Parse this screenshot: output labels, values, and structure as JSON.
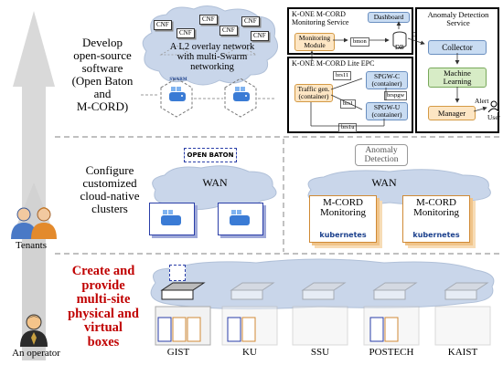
{
  "levels": {
    "top": [
      "Develop",
      "open-source",
      "software",
      "(Open Baton",
      "and",
      "M-CORD)"
    ],
    "middle": [
      "Configure",
      "customized",
      "cloud-native",
      "clusters"
    ],
    "bottom": [
      "Create and",
      "provide",
      "multi-site",
      "physical and",
      "virtual",
      "boxes"
    ]
  },
  "actors": {
    "tenants": "Tenants",
    "operator": "An operator"
  },
  "cloud": {
    "title": "A L2 overlay network with multi-Swarm networking",
    "cnf_labels": [
      "CNF",
      "CNF",
      "CNF",
      "CNF",
      "CNF",
      "CNF"
    ],
    "swarm_label": "SWARM"
  },
  "monitoring_service": {
    "title": "K-ONE M-CORD Monitoring Service",
    "dashboard": "Dashboard",
    "module": "Monitoring Module",
    "bmon": "bmon",
    "db": "DB",
    "data": "Data"
  },
  "epc": {
    "title": "K-ONE M-CORD Lite EPC",
    "traffic": "Traffic gen. (container)",
    "sgw_c": "SPGW-C (container)",
    "sgw_u": "SPGW-U (container)",
    "brs11": "brs11",
    "brspgw": "brspgw",
    "brs1": "brs1",
    "brs1u": "brs1u"
  },
  "anomaly_service": {
    "title": "Anomaly Detection Service",
    "collector": "Collector",
    "ml": "Machine Learning",
    "manager": "Manager",
    "alert": "Alert",
    "user": "User"
  },
  "middle": {
    "openbaton": "OPEN BATON",
    "wan_left": "WAN",
    "wan_right": "WAN",
    "anomaly": "Anomaly Detection",
    "mcord_label": "M-CORD Monitoring",
    "kubernetes": "kubernetes"
  },
  "sites": [
    "GIST",
    "KU",
    "SSU",
    "POSTECH",
    "KAIST"
  ],
  "colors": {
    "bottom_text": "#c00000",
    "arrow": "#d9d9d9",
    "mcord_border": "#d08a35",
    "wan_box": "#2a3ea8"
  }
}
